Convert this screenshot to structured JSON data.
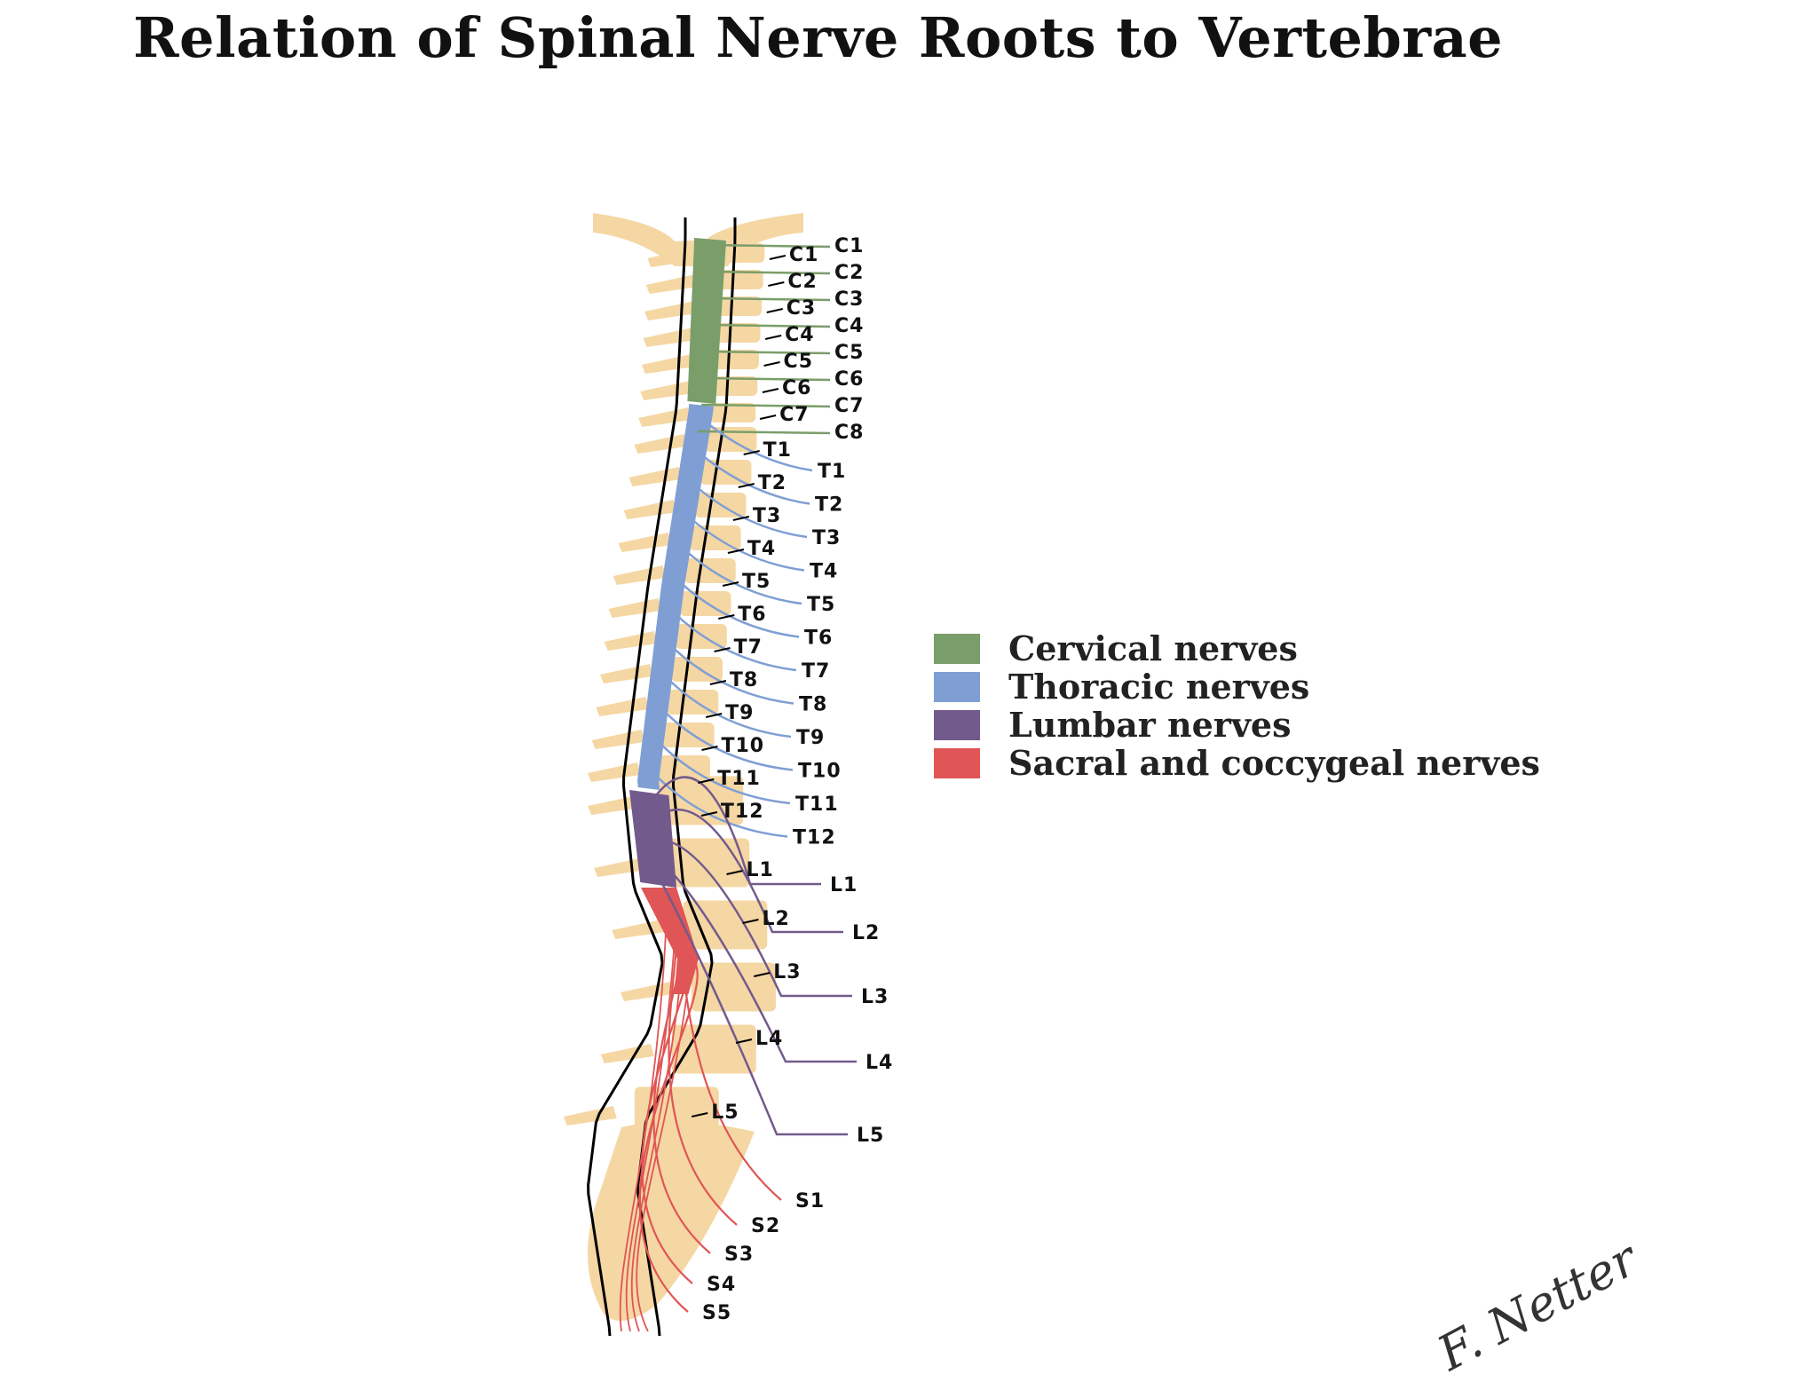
{
  "title": "Relation of Spinal Nerve Roots to Vertebrae",
  "legend": [
    {
      "label": "Cervical nerves",
      "color": "#7a9e6a"
    },
    {
      "label": "Thoracic nerves",
      "color": "#7f9fd4"
    },
    {
      "label": "Lumbar nerves",
      "color": "#735a8c"
    },
    {
      "label": "Sacral and coccygeal nerves",
      "color": "#e05555"
    }
  ],
  "bone_color": "#f5d7a4",
  "vertebra_labels": [
    "C1",
    "C2",
    "C3",
    "C4",
    "C5",
    "C6",
    "C7",
    "T1",
    "T2",
    "T3",
    "T4",
    "T5",
    "T6",
    "T7",
    "T8",
    "T9",
    "T10",
    "T11",
    "T12",
    "L1",
    "L2",
    "L3",
    "L4",
    "L5"
  ],
  "nerve_labels": [
    "C1",
    "C2",
    "C3",
    "C4",
    "C5",
    "C6",
    "C7",
    "C8",
    "T1",
    "T2",
    "T3",
    "T4",
    "T5",
    "T6",
    "T7",
    "T8",
    "T9",
    "T10",
    "T11",
    "T12",
    "L1",
    "L2",
    "L3",
    "L4",
    "L5",
    "S1",
    "S2",
    "S3",
    "S4",
    "S5"
  ],
  "signature": "F. Netter"
}
